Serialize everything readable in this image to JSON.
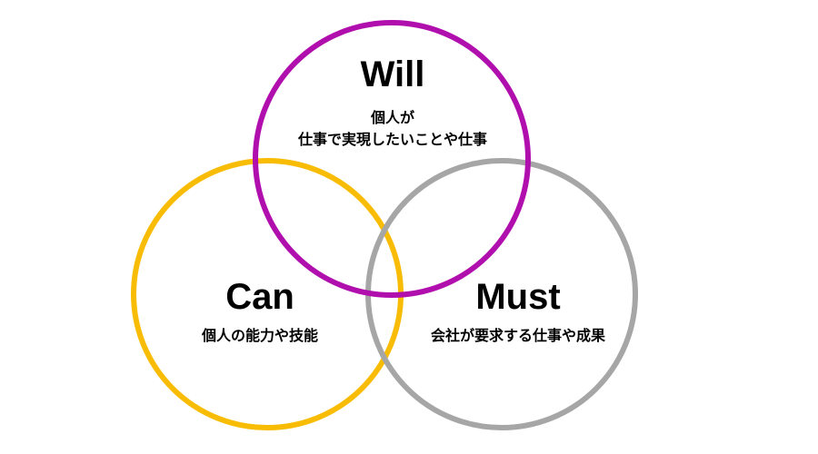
{
  "will": {
    "title": "Will",
    "desc_line1": "個人が",
    "desc_line2": "仕事で実現したいことや仕事",
    "color": "#B10EAE"
  },
  "can": {
    "title": "Can",
    "desc": "個人の能力や技能",
    "color": "#F9BC05"
  },
  "must": {
    "title": "Must",
    "desc": "会社が要求する仕事や成果",
    "color": "#A6A6A6"
  }
}
